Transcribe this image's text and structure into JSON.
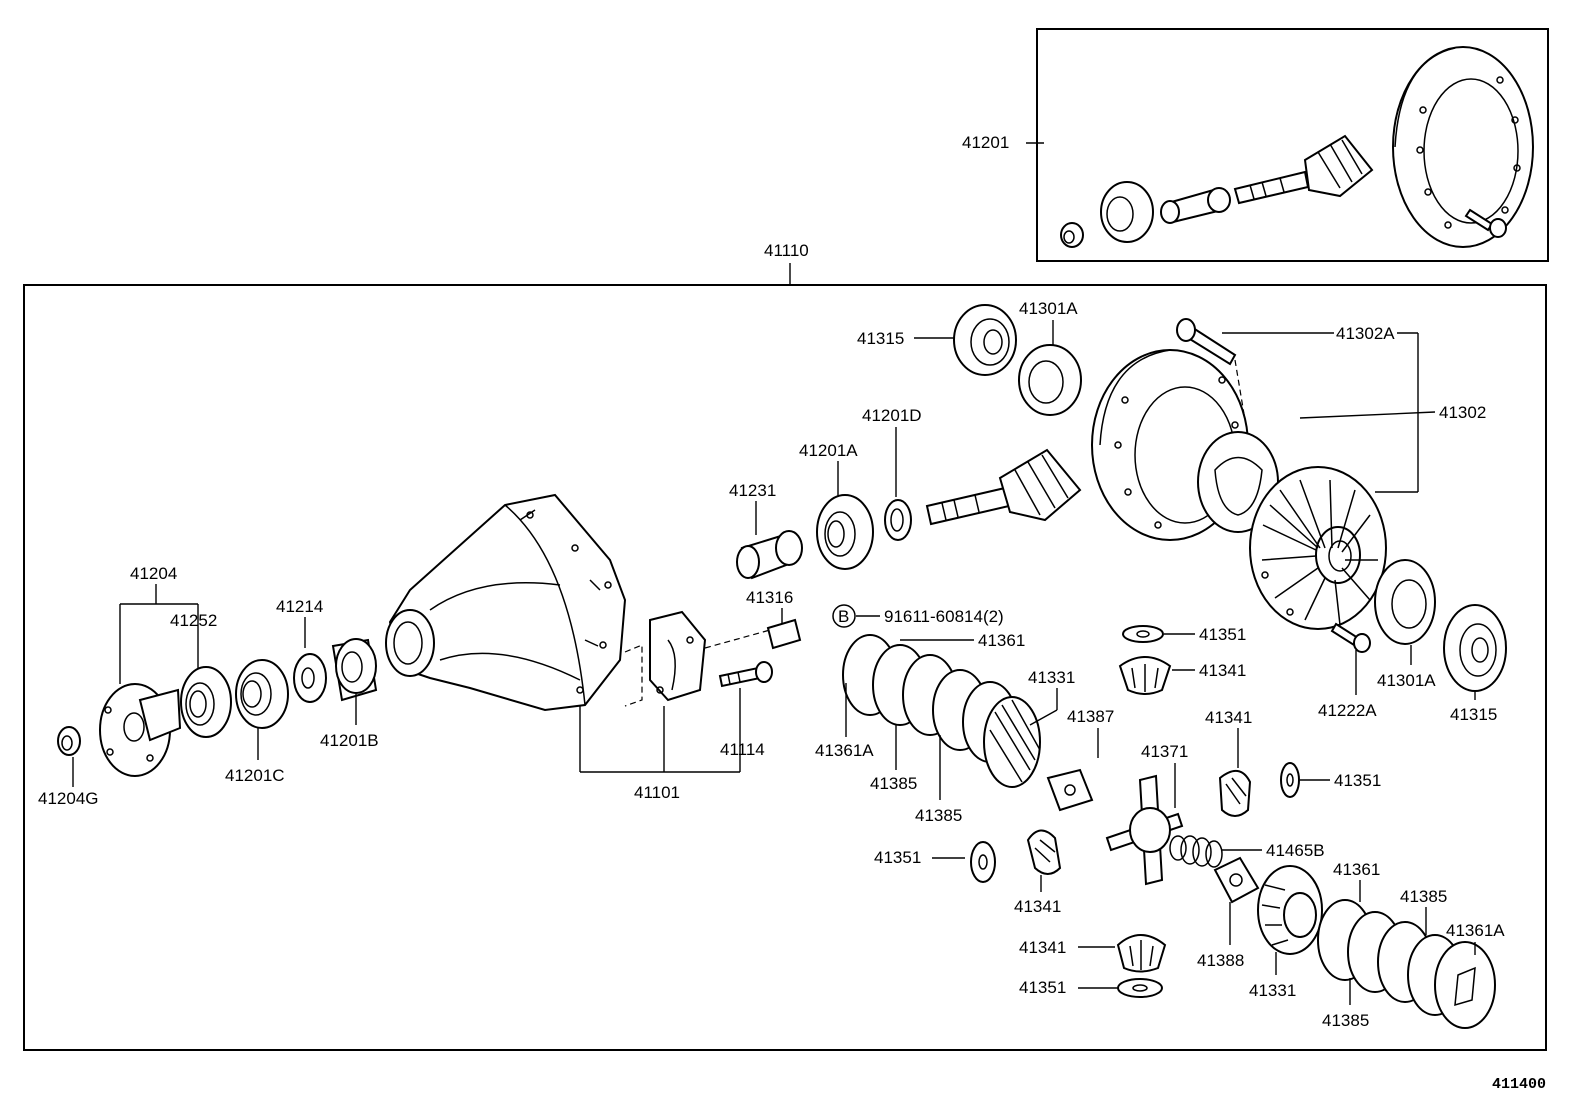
{
  "figure_code": "411400",
  "assembly_label": "41110",
  "ring_pinion_set_label": "41201",
  "note_symbol": "B",
  "note_part": "91611-60814(2)",
  "labels": {
    "l41204": "41204",
    "l41252": "41252",
    "l41214": "41214",
    "l41204G": "41204G",
    "l41201C": "41201C",
    "l41201B": "41201B",
    "l41101": "41101",
    "l41114": "41114",
    "l41316": "41316",
    "l41231": "41231",
    "l41201A": "41201A",
    "l41201D": "41201D",
    "l41315a": "41315",
    "l41301Aa": "41301A",
    "l41302A": "41302A",
    "l41302": "41302",
    "l41301Ab": "41301A",
    "l41315b": "41315",
    "l41222A": "41222A",
    "l41361": "41361",
    "l41361Aa": "41361A",
    "l41385a": "41385",
    "l41385b": "41385",
    "l41331a": "41331",
    "l41387": "41387",
    "l41351a": "41351",
    "l41341a": "41341",
    "l41341b": "41341",
    "l41351b": "41351",
    "l41371": "41371",
    "l41465B": "41465B",
    "l41351c": "41351",
    "l41341c": "41341",
    "l41341d": "41341",
    "l41351d": "41351",
    "l41388": "41388",
    "l41331b": "41331",
    "l41361b": "41361",
    "l41385c": "41385",
    "l41361Ab": "41361A",
    "l41385d": "41385"
  },
  "icons": [
    "companion-flange-icon",
    "oil-seal-icon",
    "bearing-icon",
    "nut-icon",
    "carrier-housing-icon",
    "bearing-cap-icon",
    "bolt-icon",
    "spacer-icon",
    "drive-pinion-icon",
    "ring-gear-icon",
    "differential-case-icon",
    "pinion-shaft-icon",
    "side-gear-icon",
    "washer-icon",
    "clutch-plate-icon",
    "spring-icon",
    "lock-plate-icon"
  ]
}
